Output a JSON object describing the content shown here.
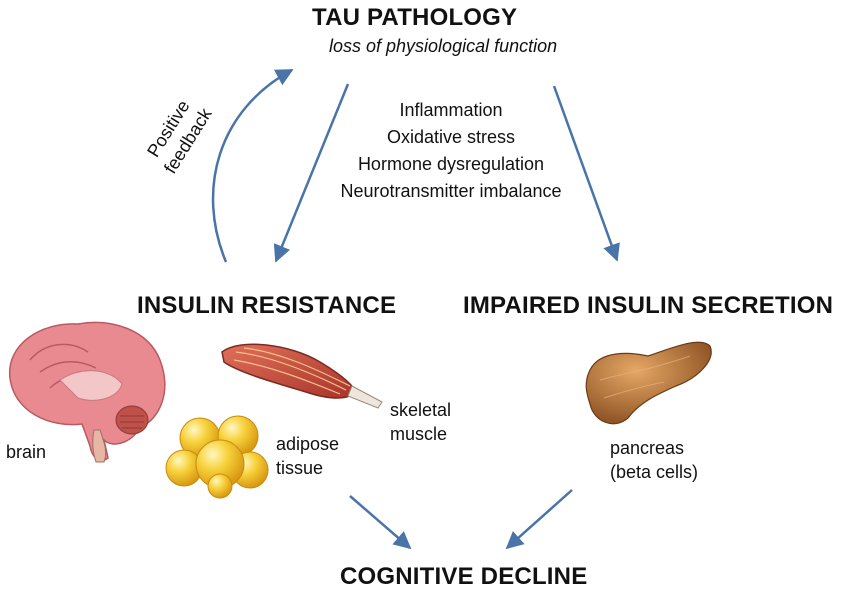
{
  "top": {
    "title": "TAU PATHOLOGY",
    "subtitle": "loss of physiological function"
  },
  "factors": [
    "Inflammation",
    "Oxidative stress",
    "Hormone dysregulation",
    "Neurotransmitter imbalance"
  ],
  "feedback": {
    "line1": "Positive",
    "line2": "feedback"
  },
  "left": {
    "title": "INSULIN RESISTANCE"
  },
  "right": {
    "title": "IMPAIRED INSULIN SECRETION"
  },
  "bottom": {
    "title": "COGNITIVE DECLINE"
  },
  "organs": {
    "brain": {
      "label": "brain",
      "icon": "brain-icon"
    },
    "muscle": {
      "label1": "skeletal",
      "label2": "muscle",
      "icon": "muscle-icon"
    },
    "adipose": {
      "label1": "adipose",
      "label2": "tissue",
      "icon": "adipose-icon"
    },
    "pancreas": {
      "label1": "pancreas",
      "label2": "(beta cells)",
      "icon": "pancreas-icon"
    }
  },
  "colors": {
    "arrow": "#4a74a8",
    "brain": "#e88a90",
    "muscle": "#c84a3a",
    "adipose": "#f2c22a",
    "pancreas": "#c07a3c"
  }
}
